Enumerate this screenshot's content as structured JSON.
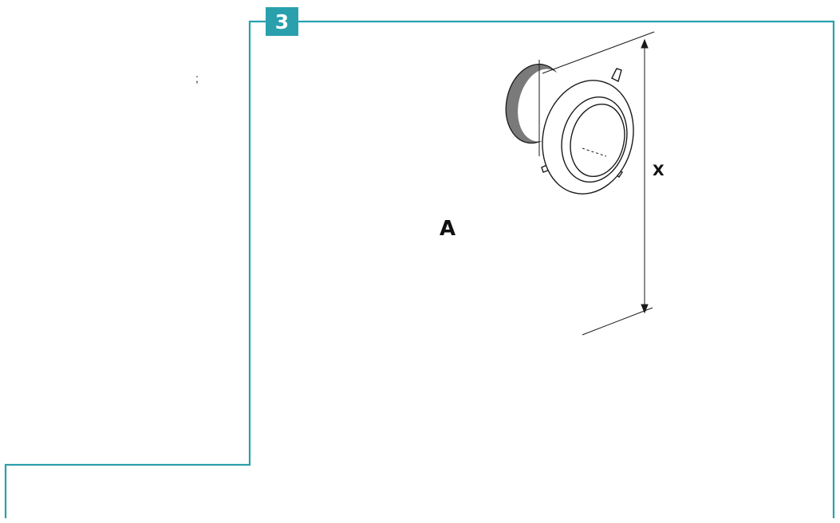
{
  "step": {
    "number": "3"
  },
  "stray_text": ";",
  "labels": {
    "duct": "A",
    "dimension": "X"
  },
  "colors": {
    "frame": "#2aa0ad",
    "fill": "#d9eeee",
    "fill_dark": "#bcdada",
    "line": "#1a1a1a",
    "arrow": "#111111"
  },
  "icons": [
    "duct-pipe-icon",
    "wall-flange-icon",
    "tape-measure-icon",
    "cooker-hood-icon",
    "insert-arrow-icon"
  ]
}
